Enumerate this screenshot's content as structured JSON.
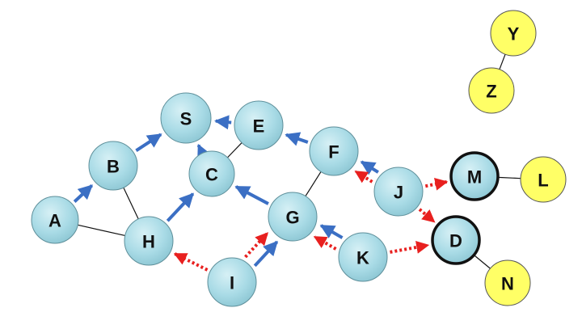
{
  "colors": {
    "blue_node_fill": "#a9dbe6",
    "blue_node_stroke": "#5e8f9a",
    "yellow_node_fill": "#ffff66",
    "yellow_node_stroke": "#555555",
    "blue_arrow": "#3b6fc4",
    "red_dotted_arrow": "#e8201f",
    "plain_line": "#111111"
  },
  "nodes": [
    {
      "id": "S",
      "label": "S",
      "style": "blue"
    },
    {
      "id": "E",
      "label": "E",
      "style": "blue"
    },
    {
      "id": "B",
      "label": "B",
      "style": "blue"
    },
    {
      "id": "C",
      "label": "C",
      "style": "blue"
    },
    {
      "id": "F",
      "label": "F",
      "style": "blue"
    },
    {
      "id": "A",
      "label": "A",
      "style": "blue"
    },
    {
      "id": "H",
      "label": "H",
      "style": "blue"
    },
    {
      "id": "G",
      "label": "G",
      "style": "blue"
    },
    {
      "id": "J",
      "label": "J",
      "style": "blue"
    },
    {
      "id": "K",
      "label": "K",
      "style": "blue"
    },
    {
      "id": "I",
      "label": "I",
      "style": "blue"
    },
    {
      "id": "M",
      "label": "M",
      "style": "blue",
      "bold_border": true
    },
    {
      "id": "D",
      "label": "D",
      "style": "blue",
      "bold_border": true
    },
    {
      "id": "Y",
      "label": "Y",
      "style": "yellow"
    },
    {
      "id": "Z",
      "label": "Z",
      "style": "yellow"
    },
    {
      "id": "L",
      "label": "L",
      "style": "yellow"
    },
    {
      "id": "N",
      "label": "N",
      "style": "yellow"
    }
  ],
  "edges": [
    {
      "from": "A",
      "to": "B",
      "type": "blue-arrow"
    },
    {
      "from": "B",
      "to": "S",
      "type": "blue-arrow"
    },
    {
      "from": "E",
      "to": "S",
      "type": "blue-arrow"
    },
    {
      "from": "C",
      "to": "S",
      "type": "blue-arrow"
    },
    {
      "from": "F",
      "to": "E",
      "type": "blue-arrow"
    },
    {
      "from": "H",
      "to": "C",
      "type": "blue-arrow"
    },
    {
      "from": "G",
      "to": "C",
      "type": "blue-arrow"
    },
    {
      "from": "J",
      "to": "F",
      "type": "blue-arrow"
    },
    {
      "from": "I",
      "to": "G",
      "type": "blue-arrow"
    },
    {
      "from": "K",
      "to": "G",
      "type": "blue-arrow"
    },
    {
      "from": "J",
      "to": "F",
      "type": "red-dotted-arrow"
    },
    {
      "from": "J",
      "to": "M",
      "type": "red-dotted-arrow"
    },
    {
      "from": "J",
      "to": "D",
      "type": "red-dotted-arrow"
    },
    {
      "from": "K",
      "to": "D",
      "type": "red-dotted-arrow"
    },
    {
      "from": "K",
      "to": "G",
      "type": "red-dotted-arrow"
    },
    {
      "from": "I",
      "to": "G",
      "type": "red-dotted-arrow"
    },
    {
      "from": "I",
      "to": "H",
      "type": "red-dotted-arrow"
    },
    {
      "from": "A",
      "to": "H",
      "type": "line"
    },
    {
      "from": "B",
      "to": "H",
      "type": "line"
    },
    {
      "from": "C",
      "to": "E",
      "type": "line"
    },
    {
      "from": "F",
      "to": "G",
      "type": "line"
    },
    {
      "from": "M",
      "to": "L",
      "type": "line"
    },
    {
      "from": "D",
      "to": "N",
      "type": "line"
    },
    {
      "from": "Y",
      "to": "Z",
      "type": "line"
    }
  ]
}
